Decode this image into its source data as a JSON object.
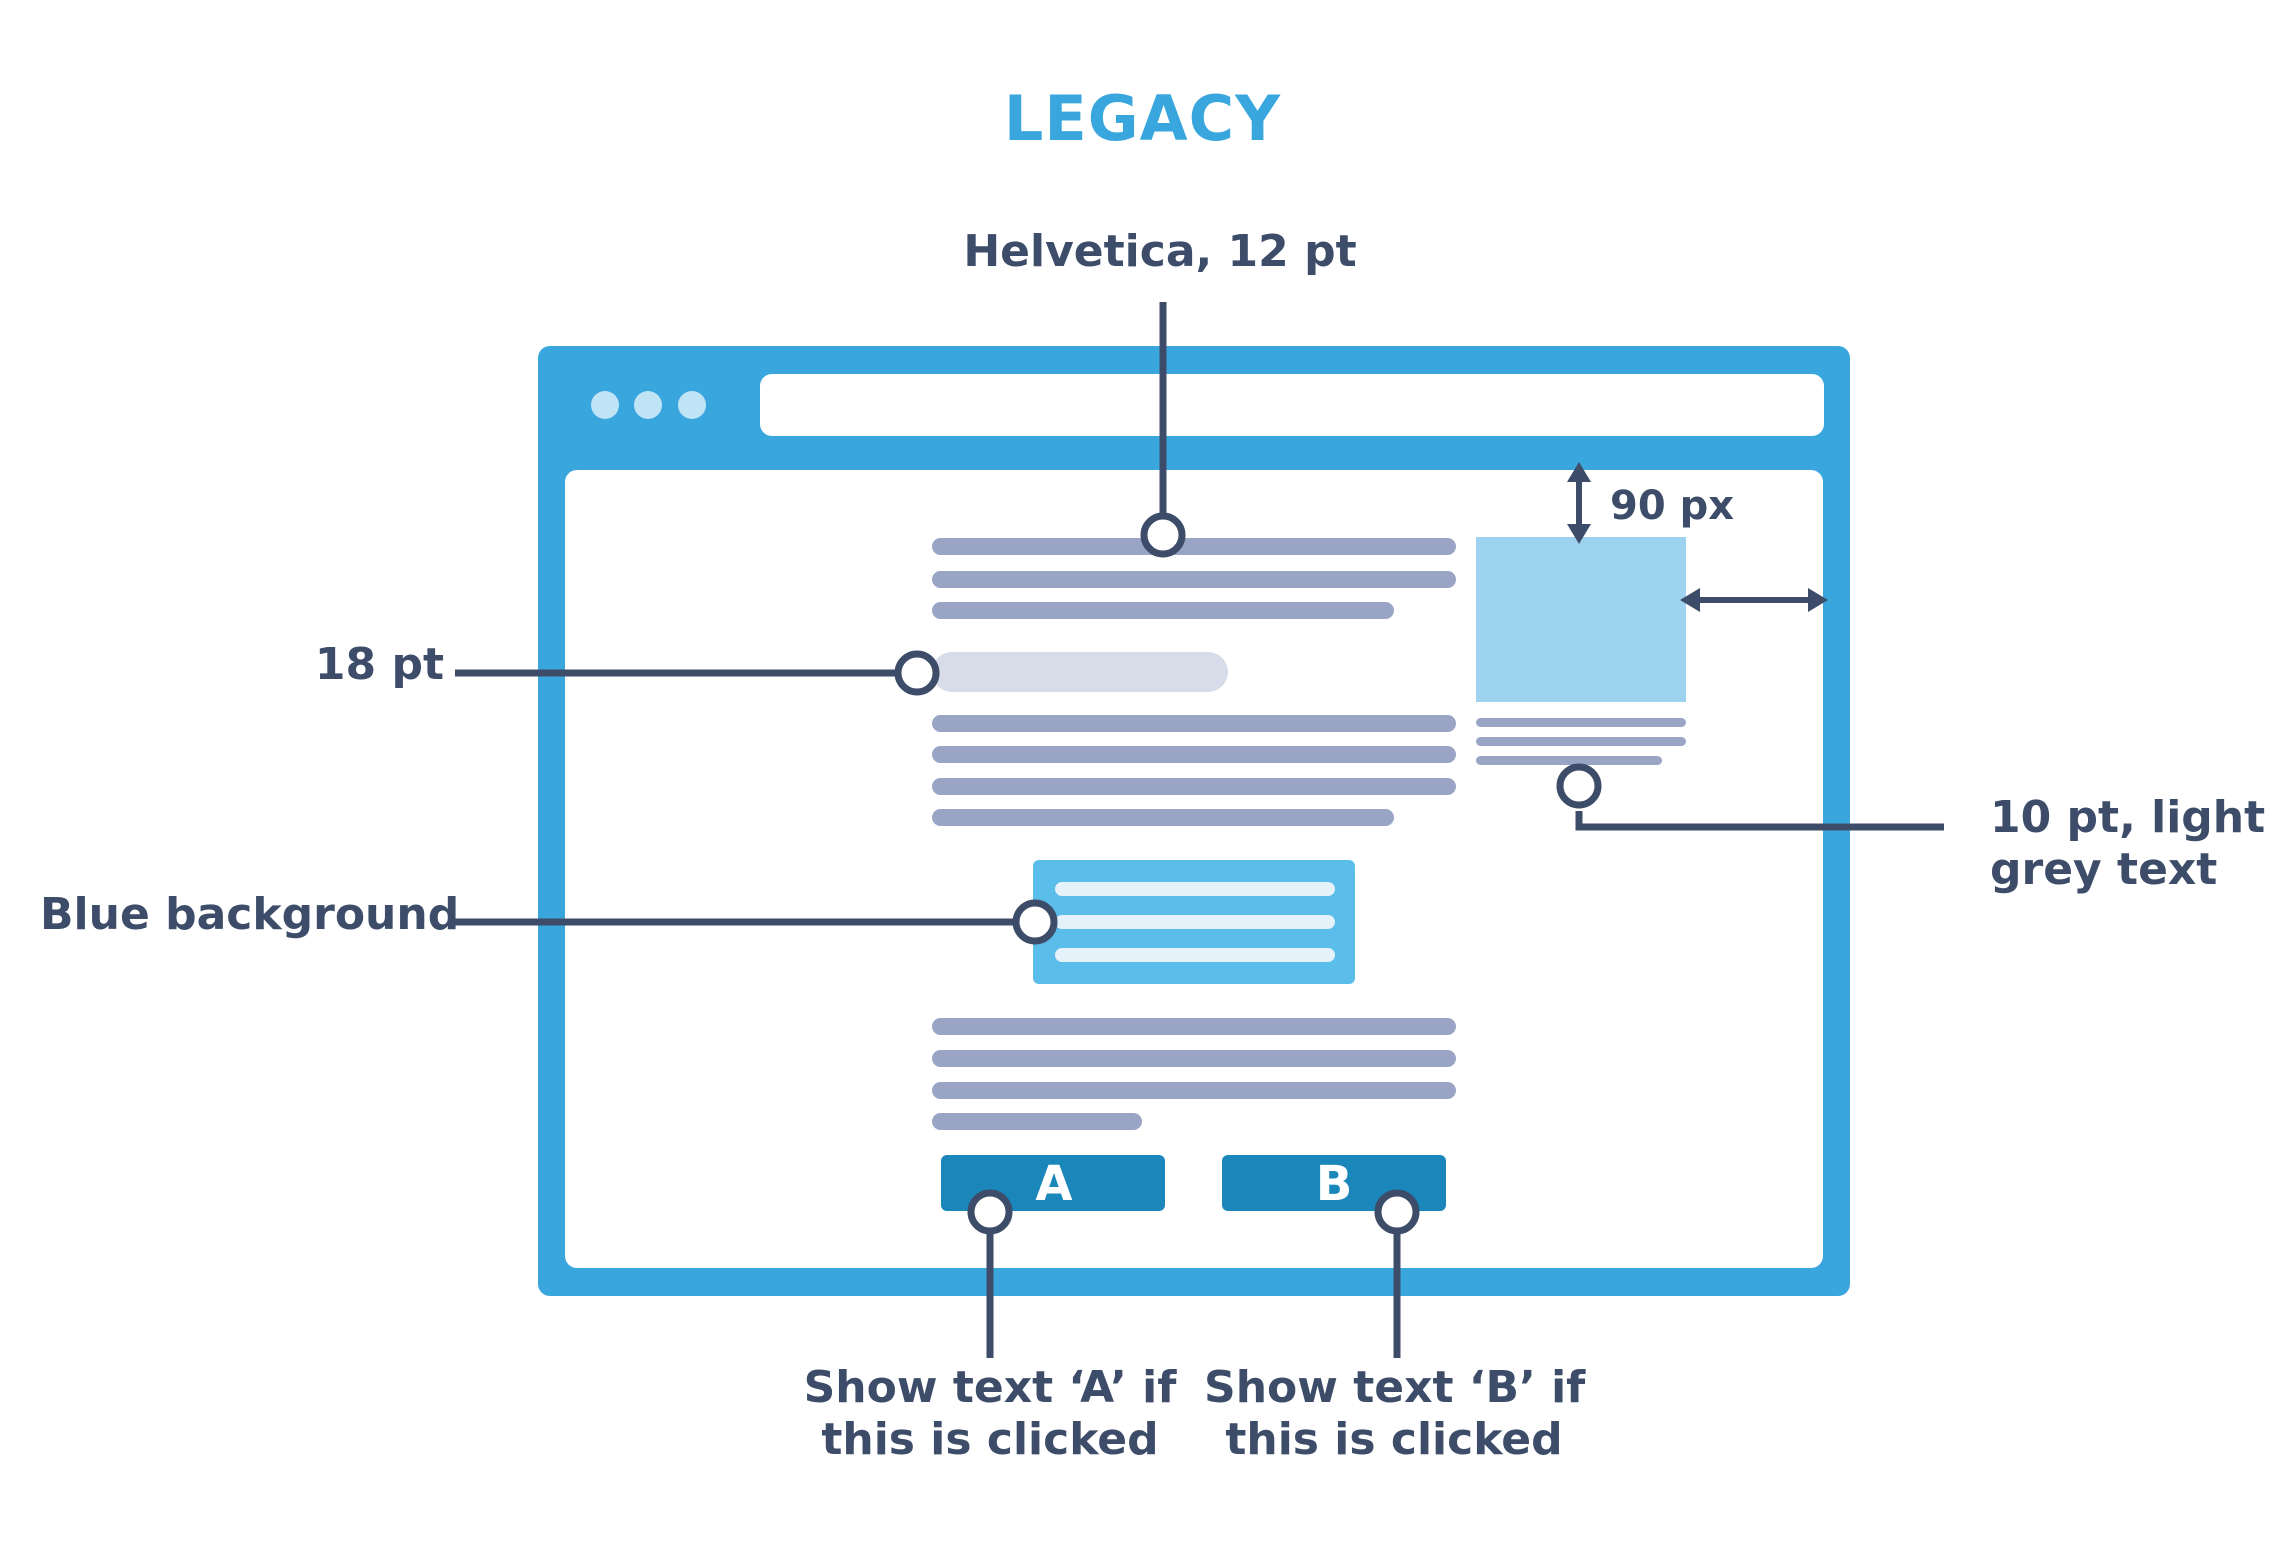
{
  "title": "LEGACY",
  "annotations": {
    "font": "Helvetica, 12 pt",
    "heading_size": "18 pt",
    "callout_bg": "Blue background",
    "caption": [
      "10 pt, light",
      "grey text"
    ],
    "spacing": "90 px",
    "button_a_action": [
      "Show text ‘A’ if",
      "this is clicked"
    ],
    "button_b_action": [
      "Show text ‘B’ if",
      "this is clicked"
    ]
  },
  "buttons": {
    "a_label": "A",
    "b_label": "B"
  },
  "colors": {
    "browser_frame": "#3aa6de",
    "title": "#3aa6de",
    "annotation_text": "#3d4d69",
    "text_lines": "#9aa5c6",
    "heading_bar": "#d8dce9",
    "callout_box": "#5bbde9",
    "image_box": "#9ed3ef",
    "buttons": "#1a86b9"
  }
}
